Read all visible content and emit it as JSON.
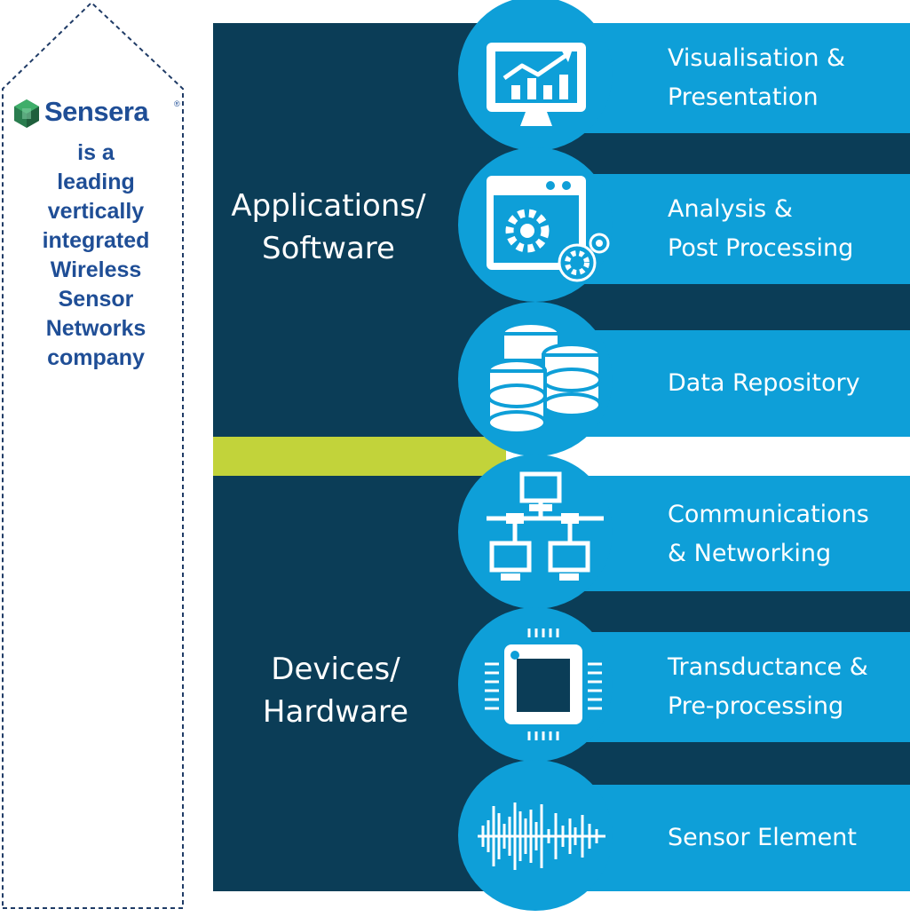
{
  "sidebar": {
    "logo_text": "Sensera",
    "logo_mark": "®",
    "lines": [
      "is a",
      "leading",
      "vertically",
      "integrated",
      "Wireless",
      "Sensor",
      "Networks",
      "company"
    ]
  },
  "groups": {
    "software": "Applications/\nSoftware",
    "hardware": "Devices/\nHardware"
  },
  "layers": [
    {
      "label": "Visualisation &\nPresentation",
      "icon": "monitor-chart-icon"
    },
    {
      "label": "Analysis &\nPost Processing",
      "icon": "gears-window-icon"
    },
    {
      "label": "Data Repository",
      "icon": "database-icon"
    },
    {
      "label": "Communications\n& Networking",
      "icon": "network-icon"
    },
    {
      "label": "Transductance &\nPre-processing",
      "icon": "chip-icon"
    },
    {
      "label": "Sensor Element",
      "icon": "waveform-icon"
    }
  ],
  "colors": {
    "dark": "#0b3d57",
    "blue": "#0e9fd8",
    "green": "#c2d33a",
    "text_blue": "#1f4e96"
  }
}
